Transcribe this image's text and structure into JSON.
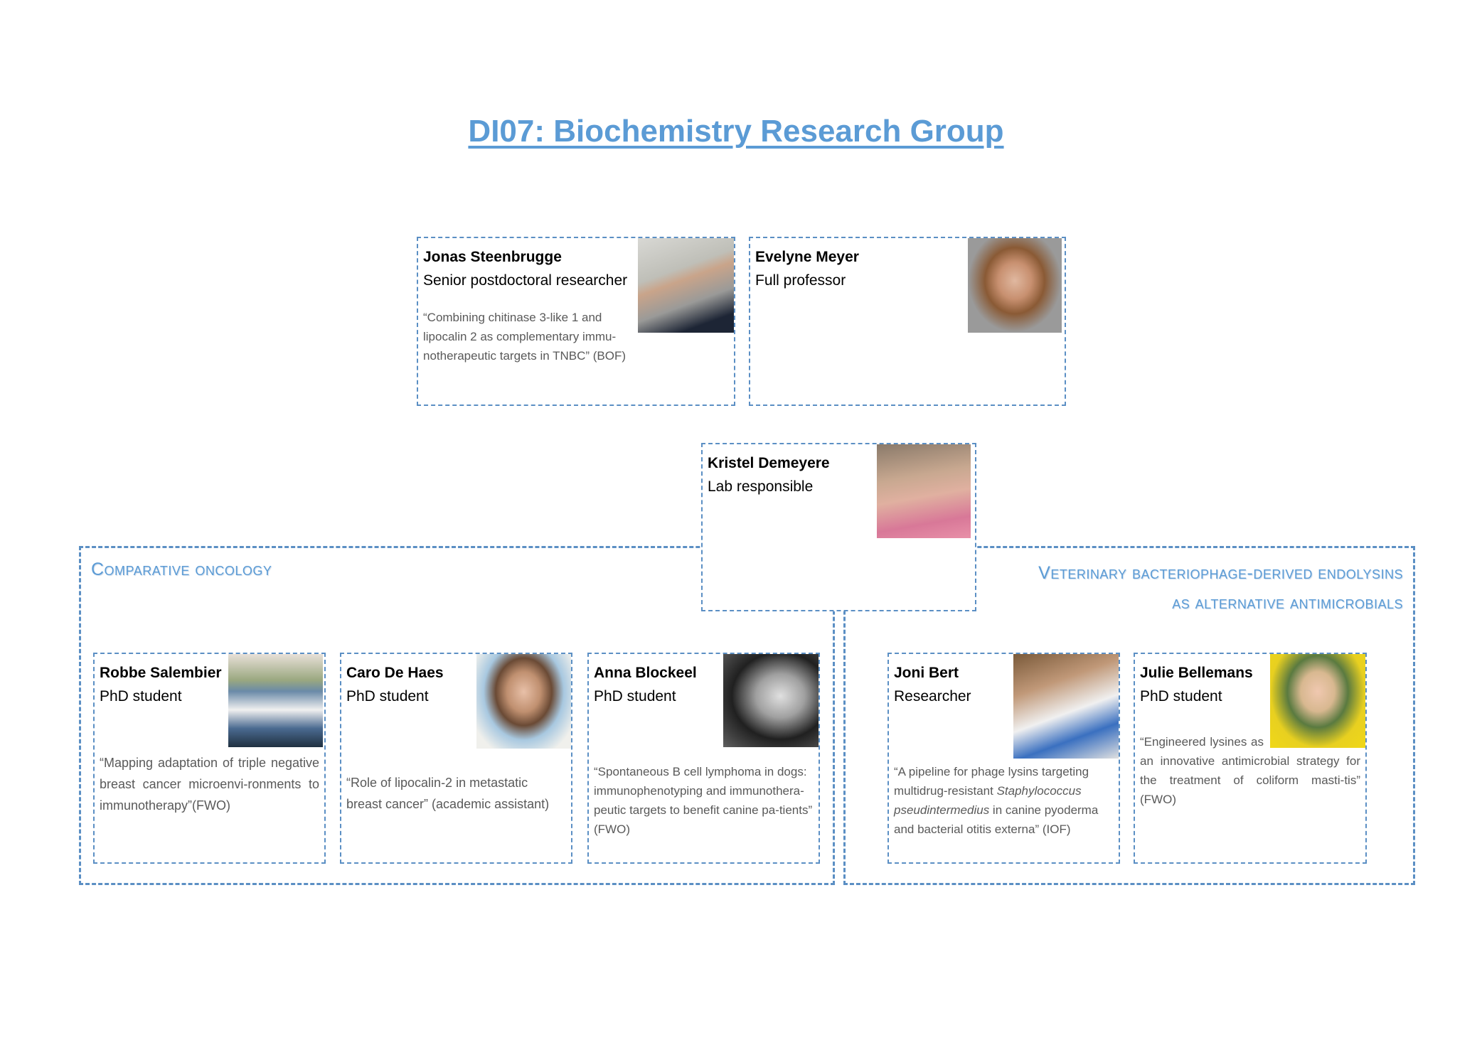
{
  "title": "DI07: Biochemistry Research Group",
  "sections": {
    "oncology": "Comparative oncology",
    "veterinary_line1": "Veterinary bacteriophage-derived endolysins",
    "veterinary_line2": "as alternative antimicrobials"
  },
  "people": {
    "jonas": {
      "name": "Jonas Steenbrugge",
      "role": "Senior postdoctoral researcher",
      "project": "“Combining chitinase 3-like 1 and lipocalin 2 as complementary immu-notherapeutic targets in TNBC” (BOF)"
    },
    "evelyne": {
      "name": "Evelyne Meyer",
      "role": "Full professor"
    },
    "kristel": {
      "name": "Kristel Demeyere",
      "role": "Lab responsible"
    },
    "robbe": {
      "name": "Robbe Salembier",
      "role": "PhD student",
      "project": "“Mapping adaptation of triple negative breast cancer microenvi-ronments to immunotherapy”(FWO)"
    },
    "caro": {
      "name": "Caro De Haes",
      "role": "PhD student",
      "project": "“Role of lipocalin-2 in metastatic breast cancer” (academic assistant)"
    },
    "anna": {
      "name": "Anna Blockeel",
      "role": "PhD student",
      "project": "“Spontaneous B cell lymphoma in dogs: immunophenotyping and immunothera-peutic targets to benefit canine pa-tients” (FWO)"
    },
    "joni": {
      "name": "Joni Bert",
      "role": "Researcher",
      "project_pre": "“A pipeline for phage lysins targeting multidrug-resistant ",
      "project_italic": "Staphylococcus pseudintermedius",
      "project_post": " in canine pyoderma and bacterial otitis externa” (IOF)"
    },
    "julie": {
      "name": "Julie Bellemans",
      "role": "PhD student",
      "project": "“Engineered lysines as an innovative antimicrobial strategy for the treatment of coliform masti-tis” (FWO)"
    }
  },
  "colors": {
    "accent": "#5b9bd5",
    "border": "#5b8fc4",
    "quote": "#595959"
  }
}
